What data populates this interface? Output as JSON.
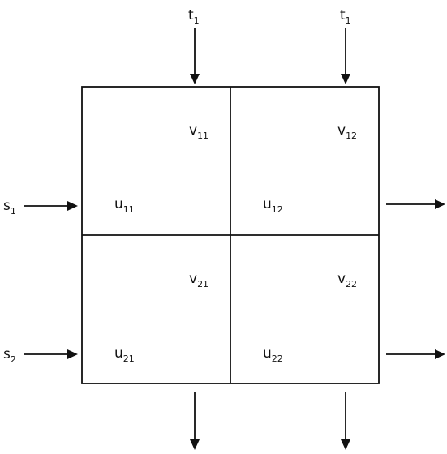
{
  "grid": {
    "rows": 2,
    "cols": 2,
    "cells": [
      {
        "v": {
          "base": "v",
          "sub": "11"
        },
        "u": {
          "base": "u",
          "sub": "11"
        }
      },
      {
        "v": {
          "base": "v",
          "sub": "12"
        },
        "u": {
          "base": "u",
          "sub": "12"
        }
      },
      {
        "v": {
          "base": "v",
          "sub": "21"
        },
        "u": {
          "base": "u",
          "sub": "21"
        }
      },
      {
        "v": {
          "base": "v",
          "sub": "22"
        },
        "u": {
          "base": "u",
          "sub": "22"
        }
      }
    ]
  },
  "top_inputs": [
    {
      "base": "t",
      "sub": "1"
    },
    {
      "base": "t",
      "sub": "1"
    }
  ],
  "left_inputs": [
    {
      "base": "s",
      "sub": "1"
    },
    {
      "base": "s",
      "sub": "2"
    }
  ],
  "right_outputs": 2,
  "bottom_outputs": 2,
  "colors": {
    "stroke": "#111111",
    "background": "#ffffff"
  }
}
